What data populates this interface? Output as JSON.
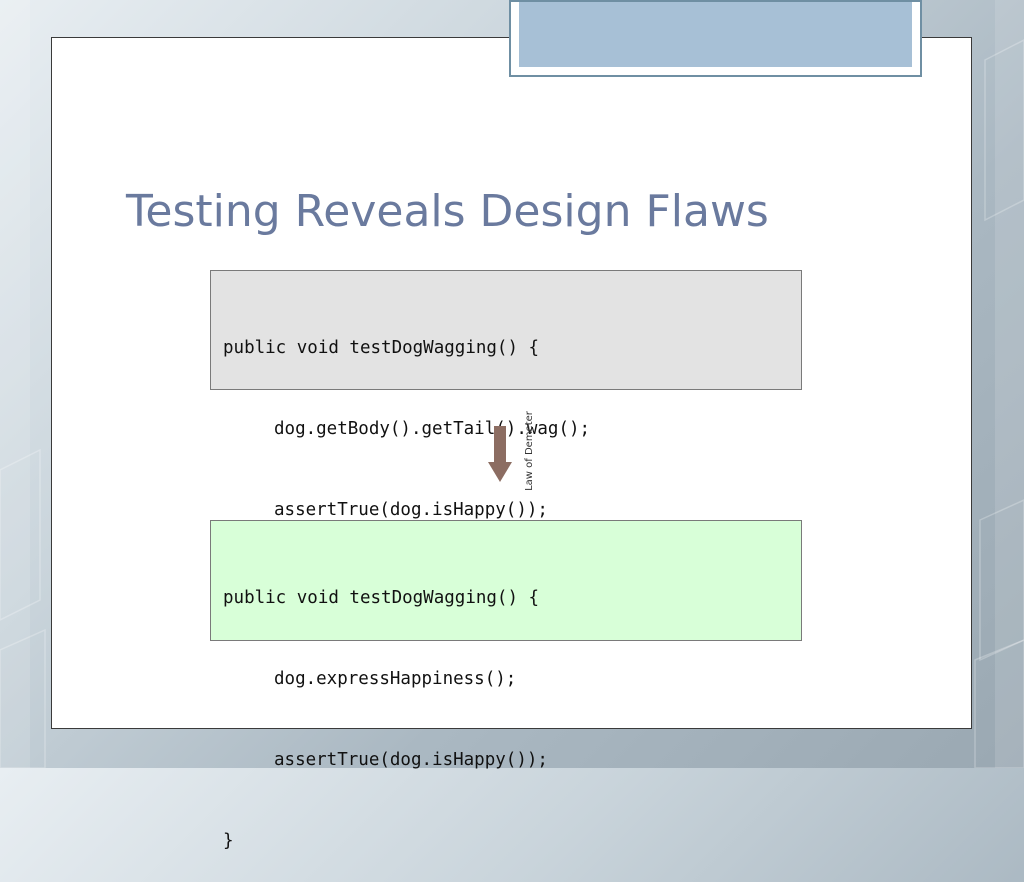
{
  "slide": {
    "title": "Testing Reveals Design Flaws",
    "arrow_label": "Law of Demeter",
    "before_code": [
      "public void testDogWagging() {",
      "dog.getBody().getTail().wag();",
      "assertTrue(dog.isHappy());",
      "}"
    ],
    "after_code": [
      "public void testDogWagging() {",
      "dog.expressHappiness();",
      "assertTrue(dog.isHappy());",
      "}"
    ]
  },
  "colors": {
    "title": "#6a7a9e",
    "before_bg": "#e3e3e3",
    "after_bg": "#d8ffd8",
    "arrow": "#8c6d62",
    "accent_tab": "#a7c0d6"
  }
}
